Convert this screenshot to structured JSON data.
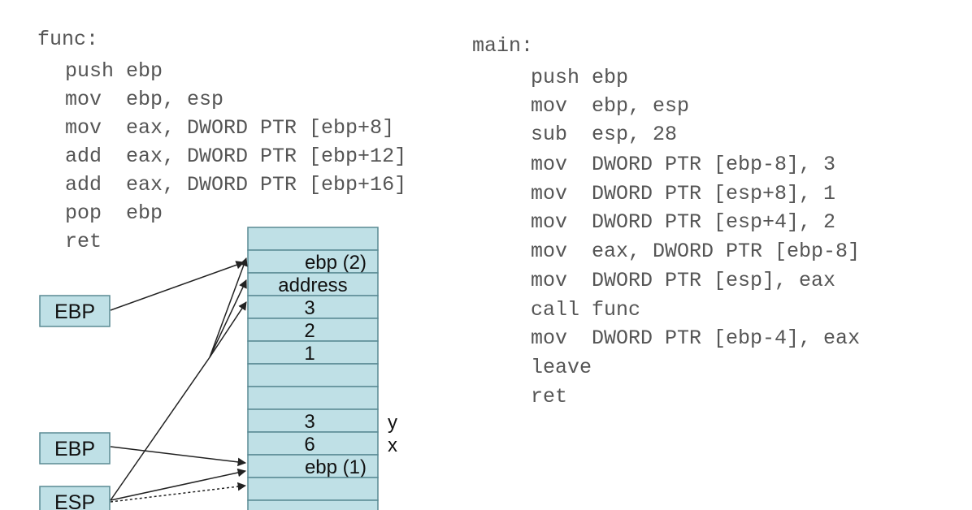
{
  "func": {
    "label": "func:",
    "lines": [
      "push ebp",
      "mov  ebp, esp",
      "mov  eax, DWORD PTR [ebp+8]",
      "add  eax, DWORD PTR [ebp+12]",
      "add  eax, DWORD PTR [ebp+16]",
      "pop  ebp",
      "ret"
    ]
  },
  "main": {
    "label": "main:",
    "lines": [
      "push ebp",
      "mov  ebp, esp",
      "sub  esp, 28",
      "mov  DWORD PTR [ebp-8], 3",
      "mov  DWORD PTR [esp+8], 1",
      "mov  DWORD PTR [esp+4], 2",
      "mov  eax, DWORD PTR [ebp-8]",
      "mov  DWORD PTR [esp], eax",
      "call func",
      "mov  DWORD PTR [ebp-4], eax",
      "leave",
      "ret"
    ]
  },
  "stack": {
    "cells": [
      "",
      "ebp (2)",
      "address",
      "3",
      "2",
      "1",
      "",
      "",
      "3",
      "6",
      "ebp (1)",
      "",
      ""
    ],
    "side_labels": [
      {
        "cell": 8,
        "text": "y"
      },
      {
        "cell": 9,
        "text": "x"
      }
    ]
  },
  "registers": [
    {
      "name": "EBP",
      "key": "ebp-top"
    },
    {
      "name": "EBP",
      "key": "ebp-bottom"
    },
    {
      "name": "ESP",
      "key": "esp"
    }
  ],
  "colors": {
    "cell_fill": "#bfe0e6",
    "cell_stroke": "#5a8a94",
    "code_text": "#555555"
  }
}
